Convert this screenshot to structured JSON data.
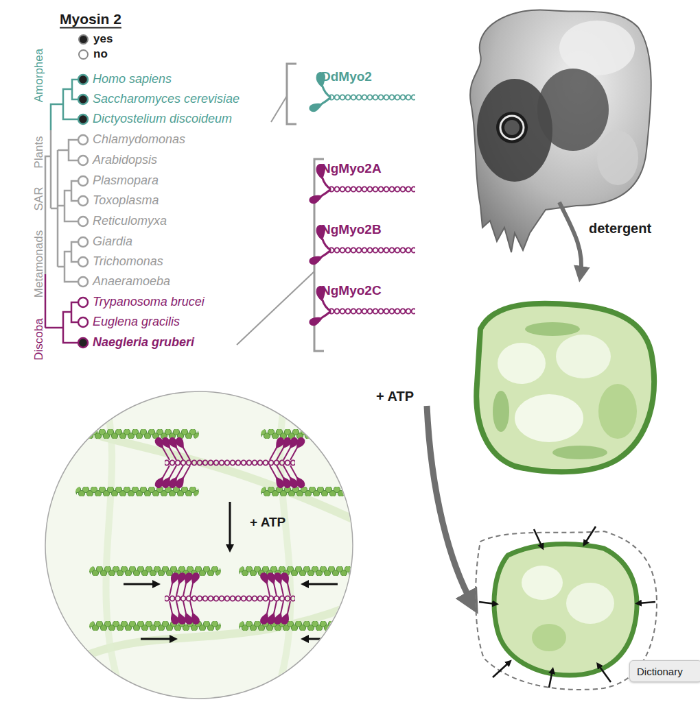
{
  "diagram": {
    "nodes": [
      {
        "text": [
          "Dictionary"
        ]
      }
    ],
    "labels": [
      "Myosin 2",
      "Amorphea",
      "Plants",
      "SAR",
      "Metamonads",
      "Discoba",
      "Homo sapiens",
      "Saccharomyces cerevisiae",
      "Dictyostelium discoideum",
      "Chlamydomonas",
      "Arabidopsis",
      "Plasmopara",
      "Toxoplasma",
      "Reticulomyxa",
      "Giardia",
      "Trichomonas",
      "Anaeramoeba",
      "Trypanosoma brucei",
      "Euglena gracilis",
      "Naegleria gruberi",
      "DdMyo2",
      "NgMyo2A",
      "NgMyo2B",
      "NgMyo2C",
      "detergent",
      "+ ATP",
      "+ ATP"
    ],
    "legend": [
      {
        "text": "yes"
      },
      {
        "text": "no"
      }
    ]
  }
}
